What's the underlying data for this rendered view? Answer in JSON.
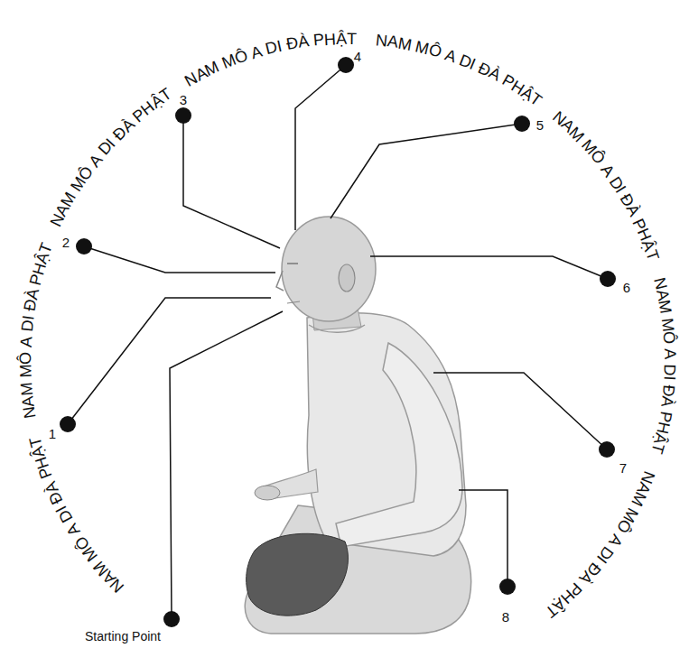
{
  "diagram": {
    "labels": [
      "NAM MÔ A DI ĐÀ PHẬT",
      "NAM MÔ A DI ĐÀ PHẬT",
      "NAM MÔ A DI ĐÀ PHẬT",
      "NAM MÔ A DI ĐÀ PHẬT",
      "NAM MÔ A DI ĐÀ PHẬT",
      "NAM MÔ A DI ĐÀ PHẬT",
      "NAM MÔ A DI ĐÀ PHẬT",
      "NAM MÔ A DI ĐÀ PHẬT",
      "1",
      "2",
      "3",
      "4",
      "5",
      "6",
      "7",
      "8",
      "Starting Point"
    ]
  }
}
